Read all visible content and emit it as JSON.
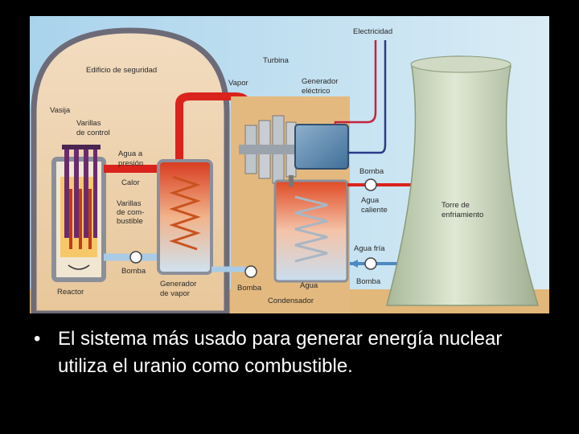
{
  "diagram": {
    "labels": {
      "electricidad": "Electricidad",
      "turbina": "Turbina",
      "edificio": "Edificio de seguridad",
      "vapor": "Vapor",
      "generador_electrico_1": "Generador",
      "generador_electrico_2": "eléctrico",
      "vasija": "Vasija",
      "varillas_control_1": "Varillas",
      "varillas_control_2": "de control",
      "agua_presion_1": "Agua a",
      "agua_presion_2": "presión",
      "calor": "Calor",
      "varillas_comb_1": "Varillas",
      "varillas_comb_2": "de com-",
      "varillas_comb_3": "bustible",
      "bomba_reactor": "Bomba",
      "reactor": "Reactor",
      "generador_vapor_1": "Generador",
      "generador_vapor_2": "de vapor",
      "bomba_condensador": "Bomba",
      "agua": "Agua",
      "condensador": "Condensador",
      "bomba_top": "Bomba",
      "agua_caliente_1": "Agua",
      "agua_caliente_2": "caliente",
      "torre_1": "Torre de",
      "torre_2": "enfriamiento",
      "agua_fria": "Agua fría",
      "bomba_bottom": "Bomba"
    }
  },
  "caption": {
    "bullet": "•",
    "text": "El sistema más usado para generar energía nuclear utiliza el uranio como combustible."
  }
}
